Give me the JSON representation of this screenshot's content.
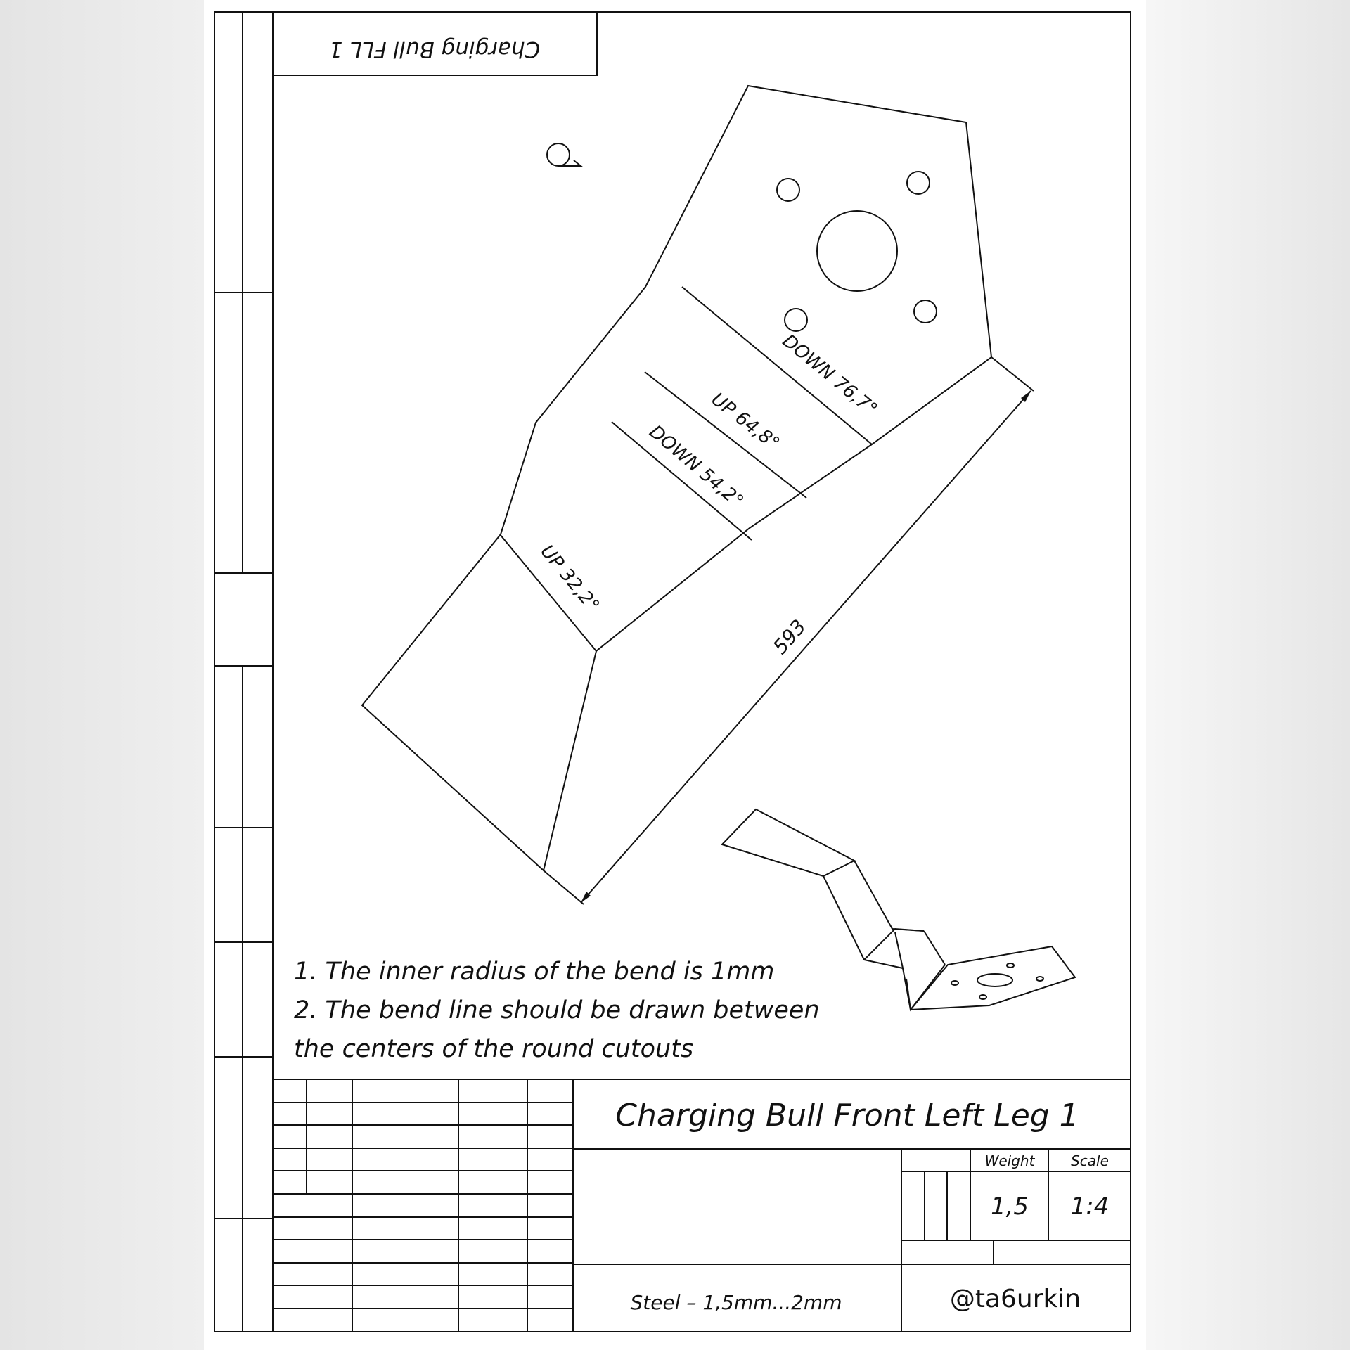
{
  "drawing": {
    "stamp_top": "Charging Bull FLL 1",
    "bends": [
      {
        "direction": "DOWN",
        "angle": "76,7°"
      },
      {
        "direction": "UP",
        "angle": "64,8°"
      },
      {
        "direction": "DOWN",
        "angle": "54,2°"
      },
      {
        "direction": "UP",
        "angle": "32,2°"
      }
    ],
    "bend_labels": [
      "DOWN 76,7°",
      "UP 64,8°",
      "DOWN 54,2°",
      "UP 32,2°"
    ],
    "dimension_length": "593",
    "notes": [
      "1.  The inner radius of the bend is 1mm",
      "2.  The bend line should be drawn between",
      "the centers of the round cutouts"
    ]
  },
  "title_block": {
    "title": "Charging Bull Front Left Leg 1",
    "weight_label": "Weight",
    "scale_label": "Scale",
    "weight_value": "1,5",
    "scale_value": "1:4",
    "material": "Steel  –  1,5mm...2mm",
    "author": "@ta6urkin"
  }
}
